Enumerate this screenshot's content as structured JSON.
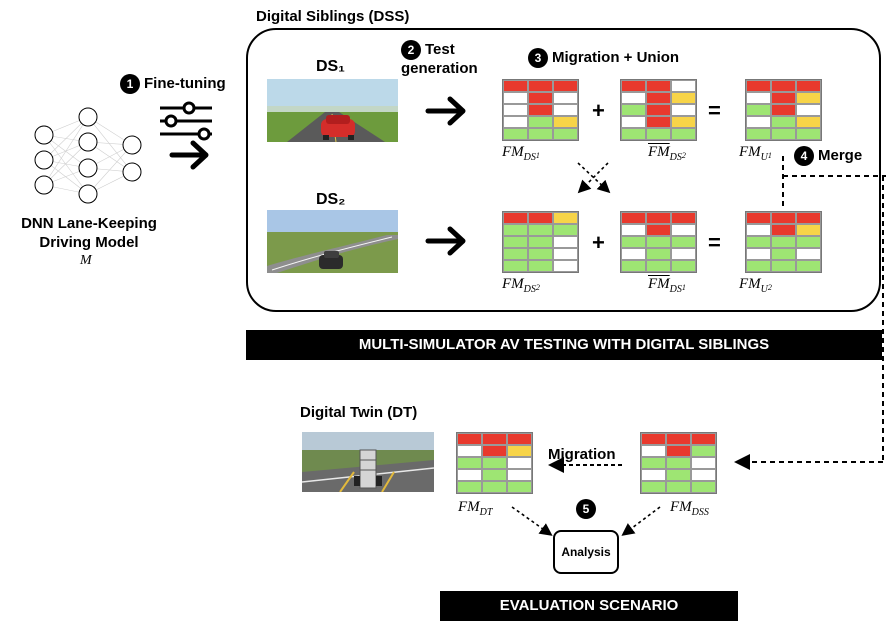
{
  "colors": {
    "red": "#e8392d",
    "green": "#9ee573",
    "yellow": "#f7d448",
    "white": "#ffffff"
  },
  "dss": {
    "title": "Digital Siblings (DSS)",
    "ds1_label": "DS₁",
    "ds2_label": "DS₂"
  },
  "steps": {
    "s1": {
      "num": "1",
      "label": "Fine-tuning"
    },
    "s2": {
      "num": "2",
      "label_line1": "Test",
      "label_line2": "generation"
    },
    "s3": {
      "num": "3",
      "label": "Migration + Union"
    },
    "s4": {
      "num": "4",
      "label": "Merge"
    },
    "s5": {
      "num": "5"
    }
  },
  "model": {
    "line1": "DNN Lane-Keeping",
    "line2": "Driving Model",
    "symbol": "M"
  },
  "maps": {
    "fm_ds1": {
      "base": "FM",
      "sub": "DS",
      "subsub": "1",
      "cells": [
        "r",
        "r",
        "r",
        "w",
        "r",
        "w",
        "w",
        "r",
        "w",
        "w",
        "g",
        "y",
        "g",
        "g",
        "g"
      ]
    },
    "fm_ds2_bar": {
      "base": "FM",
      "sub": "DS",
      "subsub": "2",
      "cells": [
        "r",
        "r",
        "w",
        "w",
        "r",
        "y",
        "g",
        "r",
        "w",
        "w",
        "r",
        "y",
        "g",
        "g",
        "g"
      ]
    },
    "fm_u1": {
      "base": "FM",
      "sub": "U",
      "subsub": "1",
      "cells": [
        "r",
        "r",
        "r",
        "w",
        "r",
        "y",
        "g",
        "r",
        "w",
        "w",
        "g",
        "y",
        "g",
        "g",
        "g"
      ]
    },
    "fm_ds2": {
      "base": "FM",
      "sub": "DS",
      "subsub": "2",
      "cells": [
        "r",
        "r",
        "y",
        "g",
        "g",
        "g",
        "g",
        "g",
        "w",
        "g",
        "g",
        "w",
        "g",
        "g",
        "w"
      ]
    },
    "fm_ds1_bar": {
      "base": "FM",
      "sub": "DS",
      "subsub": "1",
      "cells": [
        "r",
        "r",
        "r",
        "w",
        "r",
        "w",
        "g",
        "g",
        "g",
        "w",
        "g",
        "w",
        "g",
        "g",
        "g"
      ]
    },
    "fm_u2": {
      "base": "FM",
      "sub": "U",
      "subsub": "2",
      "cells": [
        "r",
        "r",
        "r",
        "w",
        "r",
        "y",
        "g",
        "g",
        "g",
        "w",
        "g",
        "w",
        "g",
        "g",
        "g"
      ]
    },
    "fm_dt": {
      "base": "FM",
      "sub": "DT",
      "cells": [
        "r",
        "r",
        "r",
        "w",
        "r",
        "y",
        "g",
        "g",
        "w",
        "w",
        "g",
        "w",
        "g",
        "g",
        "g"
      ]
    },
    "fm_dss": {
      "base": "FM",
      "sub": "DSS",
      "cells": [
        "r",
        "r",
        "r",
        "w",
        "r",
        "g",
        "g",
        "g",
        "w",
        "w",
        "g",
        "w",
        "g",
        "g",
        "g"
      ]
    }
  },
  "ops": {
    "plus": "+",
    "equals": "="
  },
  "banners": {
    "multi_sim": "MULTI-SIMULATOR AV TESTING WITH DIGITAL SIBLINGS",
    "eval": "EVALUATION SCENARIO"
  },
  "dt": {
    "title": "Digital Twin (DT)"
  },
  "migration": {
    "label": "Migration"
  },
  "analysis": {
    "label": "Analysis"
  }
}
